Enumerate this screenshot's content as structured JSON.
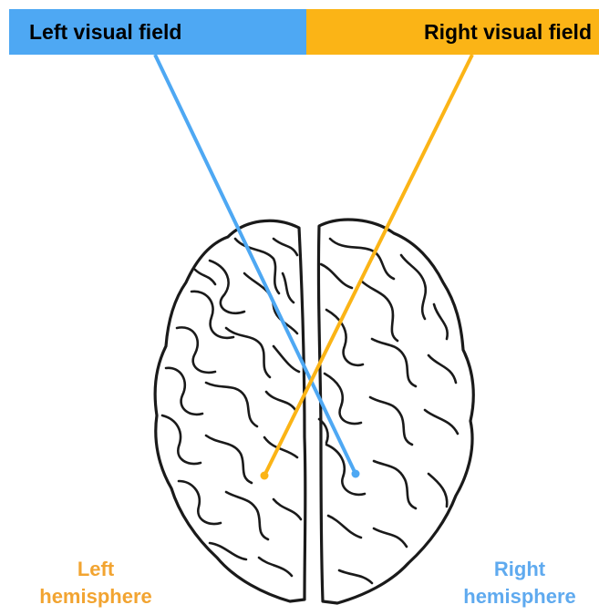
{
  "fields": {
    "left": {
      "label": "Left visual field",
      "color": "#4ea8f3"
    },
    "right": {
      "label": "Right visual field",
      "color": "#fbb416"
    }
  },
  "hemispheres": {
    "left": {
      "line1": "Left",
      "line2": "hemisphere",
      "color": "#f2a431"
    },
    "right": {
      "line1": "Right",
      "line2": "hemisphere",
      "color": "#5faaef"
    }
  },
  "brain": {
    "outline_color": "#1a1a1a"
  }
}
